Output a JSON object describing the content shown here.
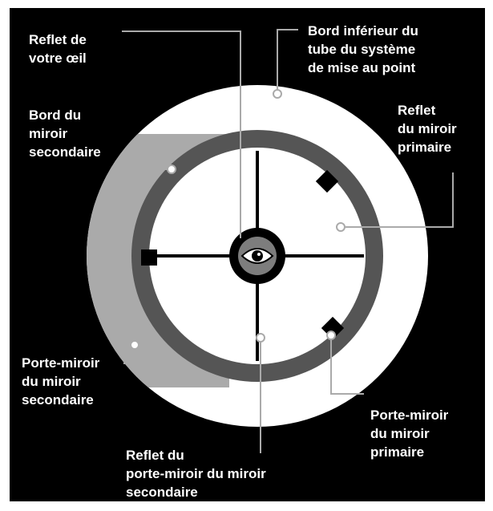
{
  "labels": {
    "eye_reflection": "Reflet de\nvotre œil",
    "focuser_tube_edge": "Bord inférieur du\ntube du système\nde mise au point",
    "secondary_mirror_edge": "Bord du\nmiroir\nsecondaire",
    "primary_mirror_reflection": "Reflet\ndu miroir\nprimaire",
    "secondary_mirror_holder": "Porte-miroir\ndu miroir\nsecondaire",
    "primary_mirror_clips": "Porte-miroir\ndu miroir\nprimaire",
    "secondary_holder_reflection": "Reflet du\nporte-miroir du  miroir\nsecondaire"
  },
  "colors": {
    "background": "#000000",
    "outer_disc": "#ffffff",
    "holder_shade": "#aaaaaa",
    "secondary_ring": "#555555",
    "leader_lines": "#aaaaaa",
    "text": "#ffffff"
  },
  "icons": [
    "eye-icon"
  ]
}
